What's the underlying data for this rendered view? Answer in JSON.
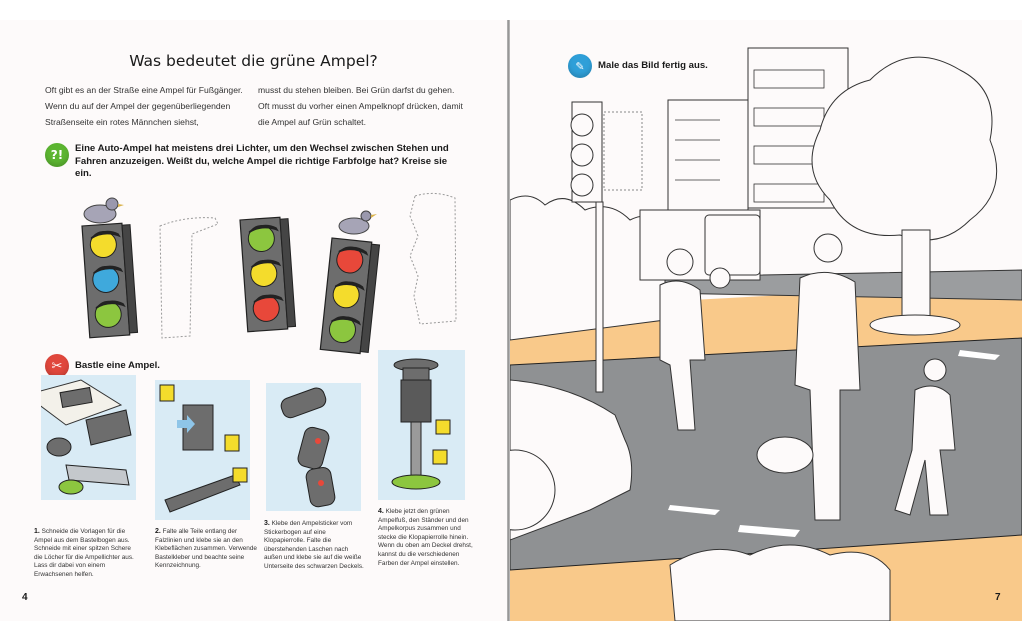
{
  "left_page": {
    "title": "Was bedeutet die grüne Ampel?",
    "intro_col1": "Oft gibt es an der Straße eine Ampel für Fußgänger. Wenn du auf der Ampel der gegenüberliegenden Straßenseite ein rotes Männchen siehst,",
    "intro_col2": "musst du stehen bleiben. Bei Grün darfst du gehen. Oft musst du vorher einen Ampelknopf drücken, damit die Ampel auf Grün schaltet.",
    "quiz": {
      "icon": "question-exclamation-icon",
      "icon_label": "?!",
      "icon_color": "#5cb531",
      "text": "Eine Auto-Ampel hat meistens drei Lichter, um den Wechsel zwischen Stehen und Fahren anzuzeigen. Weißt du, welche Ampel die richtige Farbfolge hat? Kreise sie ein.",
      "traffic_lights": [
        {
          "lights": [
            "#f4dc2c",
            "#3fa9dc",
            "#8cc63f"
          ],
          "has_bird": true
        },
        {
          "lights": [
            "#8cc63f",
            "#f4dc2c",
            "#e8483a"
          ],
          "has_bird": false
        },
        {
          "lights": [
            "#e8483a",
            "#f4dc2c",
            "#8cc63f"
          ],
          "has_bird": true
        }
      ]
    },
    "craft": {
      "icon": "scissors-icon",
      "icon_color": "#e0473c",
      "heading": "Bastle eine Ampel.",
      "steps": [
        {
          "num": "1.",
          "text": "Schneide die Vorlagen für die Ampel aus dem Bastelbogen aus. Schneide mit einer spitzen Schere die Löcher für die Ampellichter aus. Lass dir dabei von einem Erwachsenen helfen."
        },
        {
          "num": "2.",
          "text": "Falte alle Teile entlang der Falzlinien und klebe sie an den Klebeflächen zusammen. Verwende Bastelkleber und beachte seine Kennzeichnung."
        },
        {
          "num": "3.",
          "text": "Klebe den Ampelsticker vom Stickerbogen auf eine Klopapierrolle. Falte die überstehenden Laschen nach außen und klebe sie auf die weiße Unterseite des schwarzen Deckels."
        },
        {
          "num": "4.",
          "text": "Klebe jetzt den grünen Ampelfuß, den Ständer und den Ampelkorpus zusammen und stecke die Klopapierrolle hinein. Wenn du oben am Deckel drehst, kannst du die verschiedenen Farben der Ampel einstellen."
        }
      ]
    },
    "page_number": "4"
  },
  "right_page": {
    "task": {
      "icon": "paintbrush-icon",
      "icon_color": "#2f9fd8",
      "text": "Male das Bild fertig aus."
    },
    "colors": {
      "sidewalk": "#f9c98a",
      "road": "#8f9193",
      "line": "#222222"
    },
    "page_number": "7"
  }
}
